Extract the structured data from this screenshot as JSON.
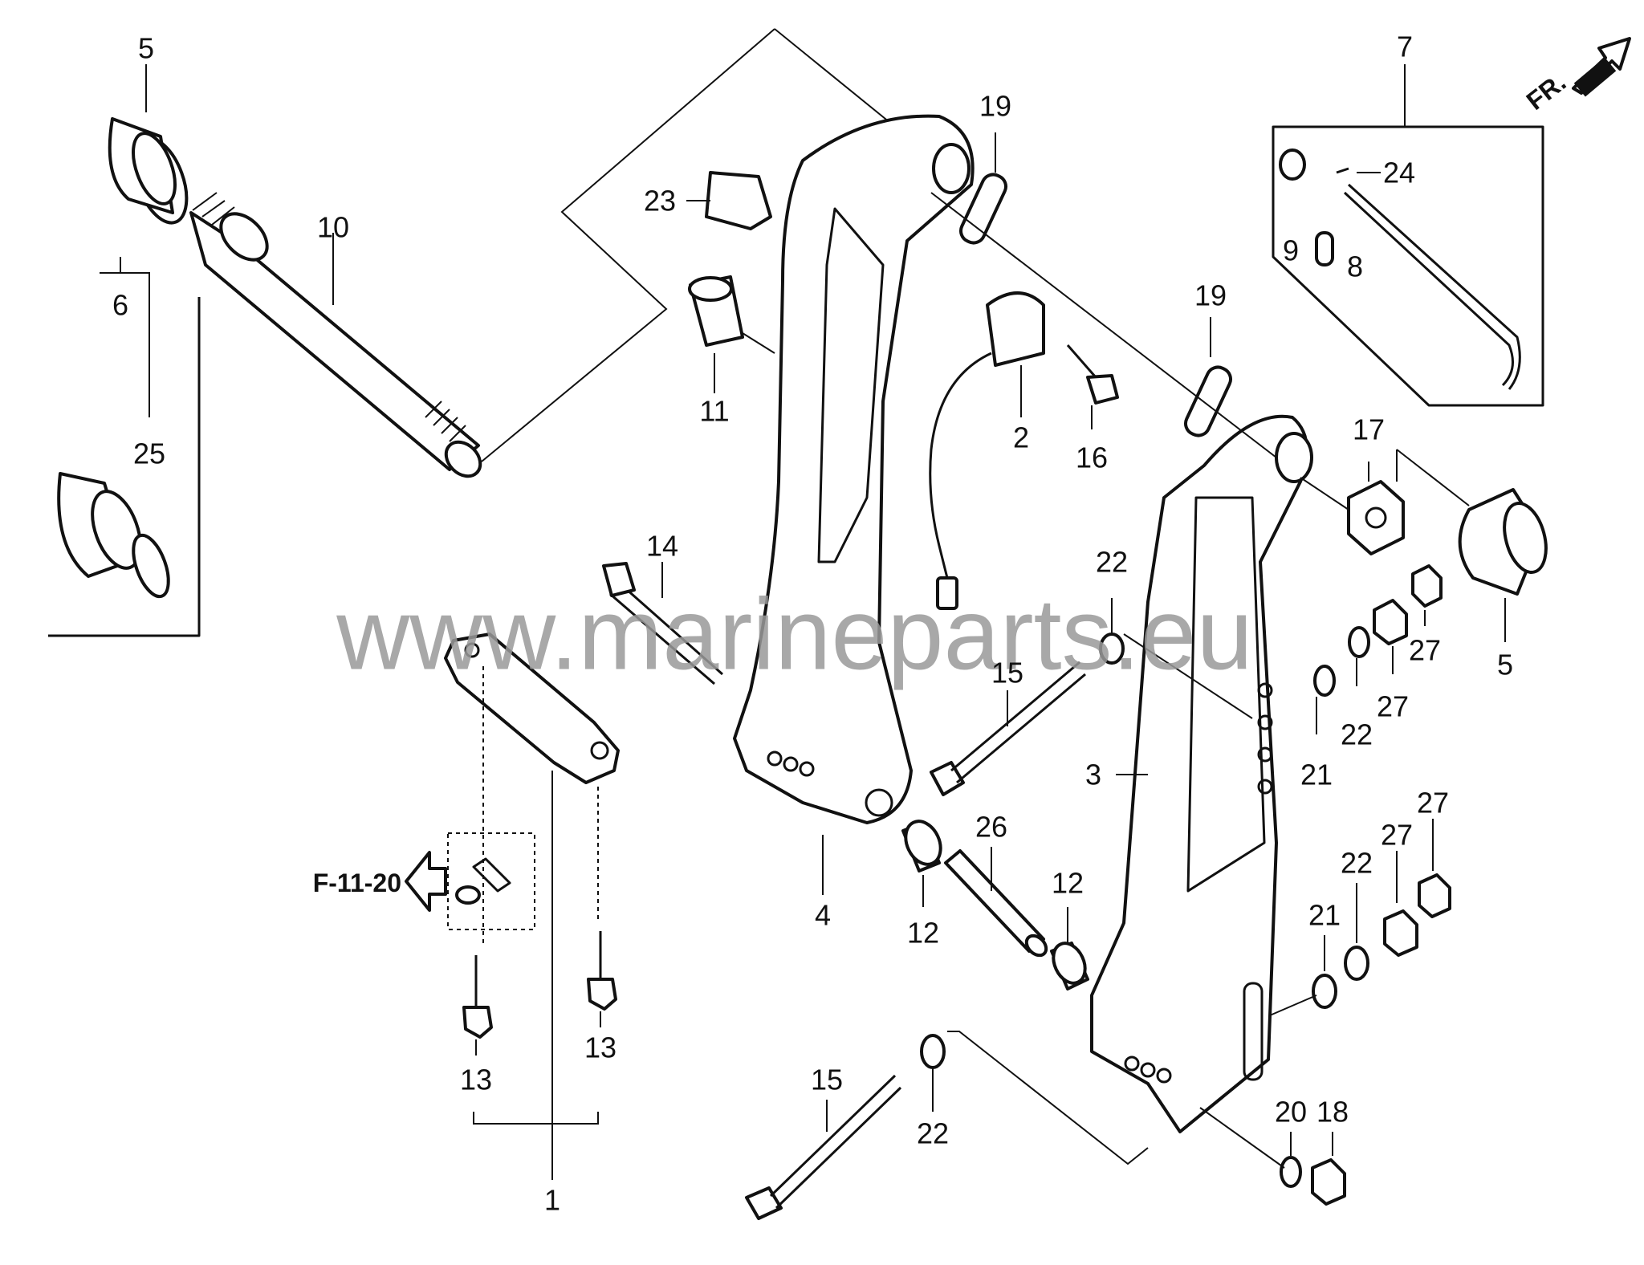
{
  "diagram": {
    "reference_label": "F-11-20",
    "front_indicator": "FR.",
    "watermark": "www.marineparts.eu",
    "callouts": {
      "c1": "1",
      "c2": "2",
      "c3": "3",
      "c4": "4",
      "c5a": "5",
      "c5b": "5",
      "c6": "6",
      "c7": "7",
      "c8": "8",
      "c9": "9",
      "c10": "10",
      "c11": "11",
      "c12a": "12",
      "c12b": "12",
      "c13a": "13",
      "c13b": "13",
      "c14": "14",
      "c15a": "15",
      "c15b": "15",
      "c16": "16",
      "c17": "17",
      "c18": "18",
      "c19a": "19",
      "c19b": "19",
      "c20": "20",
      "c21a": "21",
      "c21b": "21",
      "c22a": "22",
      "c22b": "22",
      "c22c": "22",
      "c22d": "22",
      "c23": "23",
      "c24": "24",
      "c25": "25",
      "c26": "26",
      "c27a": "27",
      "c27b": "27",
      "c27c": "27",
      "c27d": "27"
    }
  }
}
